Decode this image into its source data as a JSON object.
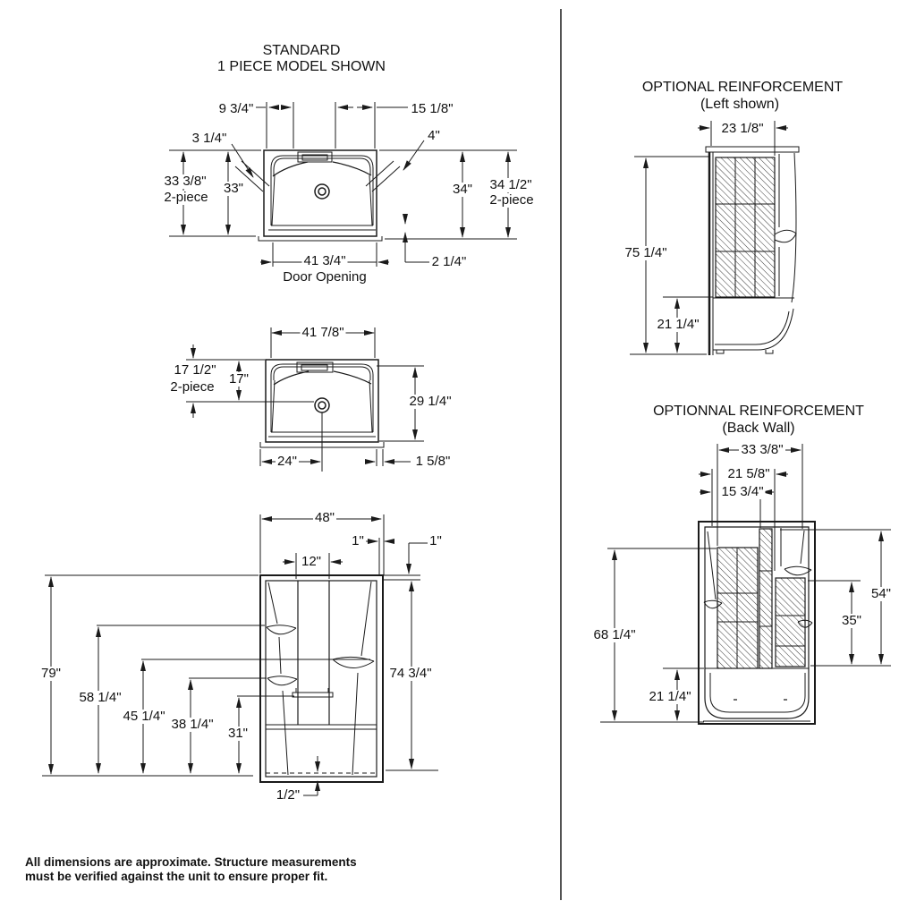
{
  "plan_view": {
    "title_line1": "STANDARD",
    "title_line2": "1 PIECE MODEL SHOWN",
    "dims": {
      "head_offset_left": "9 3/4\"",
      "head_offset_right": "15 1/8\"",
      "corner_left": "3 1/4\"",
      "corner_right": "4\"",
      "depth_two_piece": "33 3/8\"",
      "depth_two_piece_note": "2-piece",
      "depth_one_piece": "33\"",
      "overall_depth": "34\"",
      "overall_depth_two_piece": "34 1/2\"",
      "overall_depth_two_piece_note": "2-piece",
      "door_opening": "41 3/4\"",
      "door_opening_label": "Door Opening",
      "sill": "2 1/4\""
    }
  },
  "mid_view": {
    "dims": {
      "width": "41 7/8\"",
      "drain_two_piece": "17 1/2\"",
      "drain_two_piece_note": "2-piece",
      "drain_one_piece": "17\"",
      "depth": "29 1/4\"",
      "drain_offset": "24\"",
      "flange": "1 5/8\""
    }
  },
  "front_view": {
    "dims": {
      "width": "48\"",
      "side_gap": "1\"",
      "top_gap": "1\"",
      "column_width": "12\"",
      "overall_height": "79\"",
      "shelf_upper_left": "58 1/4\"",
      "shelf_right": "45 1/4\"",
      "shelf_lower_left": "38 1/4\"",
      "grab_bar_height": "31\"",
      "inner_height": "74 3/4\"",
      "threshold": "1/2\""
    }
  },
  "left_reinforcement": {
    "title_line1": "OPTIONAL REINFORCEMENT",
    "title_line2": "(Left shown)",
    "dims": {
      "width": "23 1/8\"",
      "height": "75 1/4\"",
      "base_height": "21 1/4\""
    }
  },
  "back_reinforcement": {
    "title_line1": "OPTIONNAL REINFORCEMENT",
    "title_line2": "(Back Wall)",
    "dims": {
      "overall_width": "33 3/8\"",
      "mid_width": "21 5/8\"",
      "inner_width": "15 3/4\"",
      "left_height": "68 1/4\"",
      "right_outer_height": "54\"",
      "right_inner_height": "35\"",
      "base_height": "21 1/4\""
    }
  },
  "footnote": {
    "line1": "All dimensions are approximate. Structure measurements",
    "line2": "must be verified against the unit to ensure proper fit."
  }
}
